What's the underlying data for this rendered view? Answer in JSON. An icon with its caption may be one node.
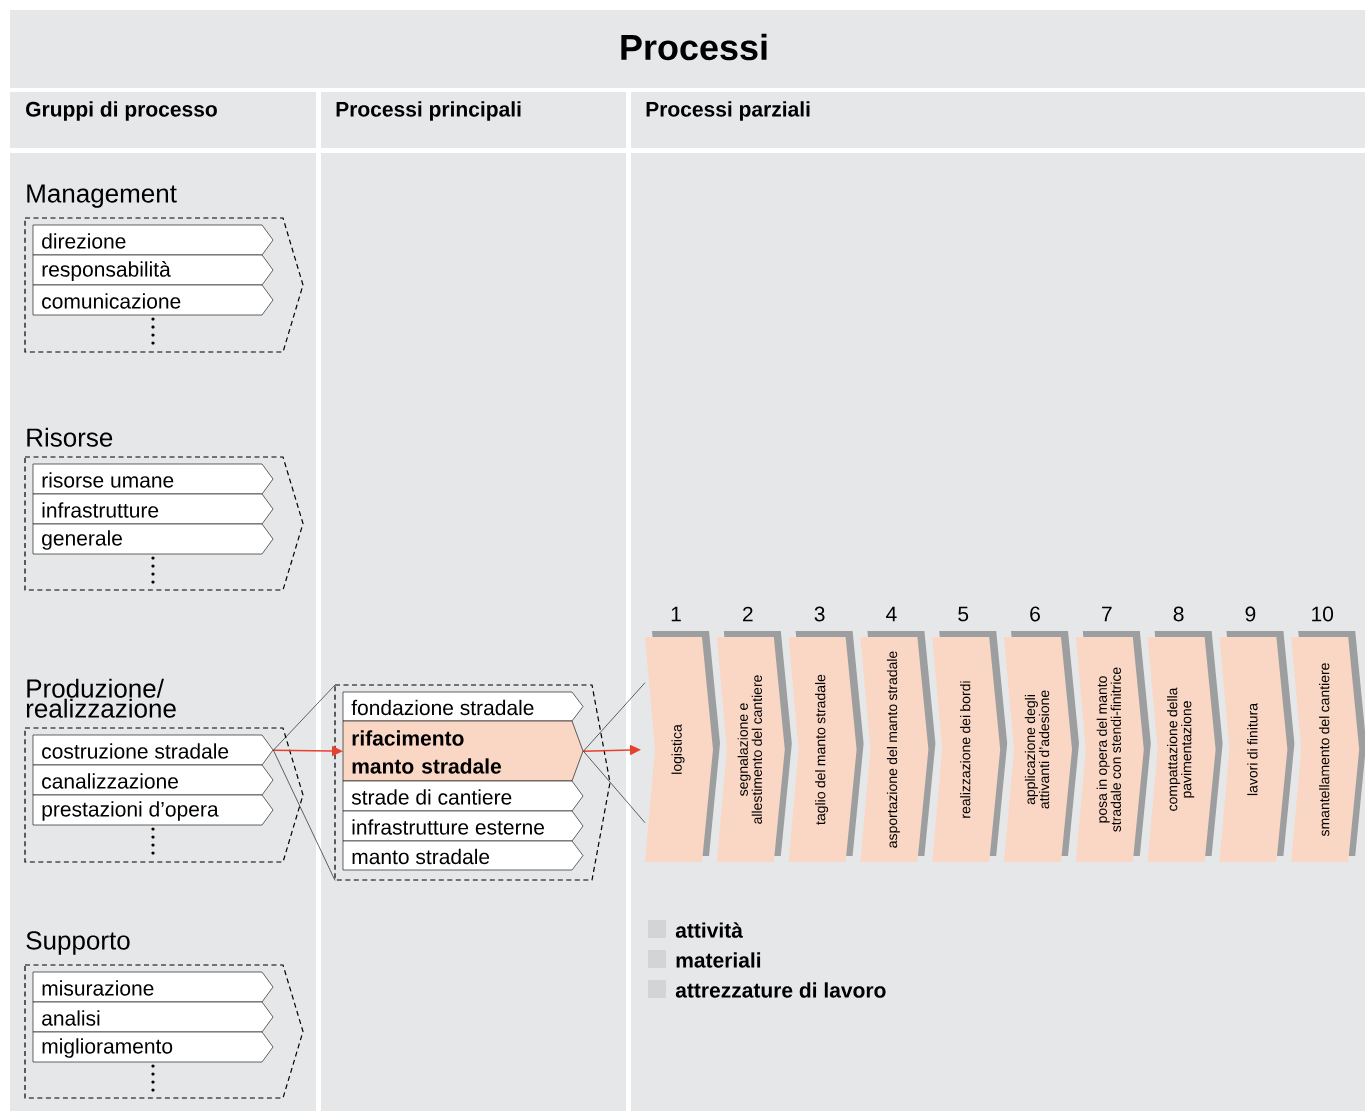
{
  "diagram": {
    "title": "Processi",
    "nodes": [
      {
        "text": [
          "Management"
        ]
      },
      {
        "text": [
          "direzione"
        ],
        "in": 0
      },
      {
        "text": [
          "responsabilità"
        ],
        "in": 0
      },
      {
        "text": [
          "comunicazione"
        ],
        "in": 0
      },
      {
        "text": [
          "Risorse"
        ]
      },
      {
        "text": [
          "risorse umane"
        ],
        "in": 4
      },
      {
        "text": [
          "infrastrutture"
        ],
        "in": 4
      },
      {
        "text": [
          "generale"
        ],
        "in": 4
      },
      {
        "text": [
          "Produzione/ realizzazione"
        ]
      },
      {
        "text": [
          "costruzione stradale"
        ],
        "in": 8
      },
      {
        "text": [
          "canalizzazione"
        ],
        "in": 8
      },
      {
        "text": [
          "prestazioni d’opera"
        ],
        "in": 8
      },
      {
        "text": [
          "Supporto"
        ]
      },
      {
        "text": [
          "misurazione"
        ],
        "in": 12
      },
      {
        "text": [
          "analisi"
        ],
        "in": 12
      },
      {
        "text": [
          "miglioramento"
        ],
        "in": 12
      },
      {
        "text": [],
        "shape": "box"
      },
      {
        "text": [
          "fondazione stradale"
        ],
        "in": 16
      },
      {
        "text": [
          "rifacimento manto stradale"
        ],
        "in": 16
      },
      {
        "text": [
          "strade di cantiere"
        ],
        "in": 16
      },
      {
        "text": [
          "infrastrutture esterne"
        ],
        "in": 16
      },
      {
        "text": [
          "manto stradale"
        ],
        "in": 16
      },
      {
        "text": [
          "logistica"
        ],
        "beside": [
          "1"
        ]
      },
      {
        "text": [
          "segnalazione e allestimento del cantiere"
        ],
        "beside": [
          "2"
        ]
      },
      {
        "text": [
          "taglio del manto stradale"
        ],
        "beside": [
          "3"
        ]
      },
      {
        "text": [
          "asportazione del manto stradale"
        ],
        "beside": [
          "4"
        ]
      },
      {
        "text": [
          "realizzazione dei bordi"
        ],
        "beside": [
          "5"
        ]
      },
      {
        "text": [
          "applicazione degli attivanti d’adesione"
        ],
        "beside": [
          "6"
        ]
      },
      {
        "text": [
          "posa in opera del manto stradale con stendi-finitrice"
        ],
        "beside": [
          "7"
        ]
      },
      {
        "text": [
          "compattazione della pavimentazione"
        ],
        "beside": [
          "8"
        ]
      },
      {
        "text": [
          "lavori di finitura"
        ],
        "beside": [
          "9"
        ]
      },
      {
        "text": [
          "smantellamento del cantiere"
        ],
        "beside": [
          "10"
        ]
      }
    ],
    "edges": [
      {
        "from": 9,
        "to": 18,
        "arrow": "to",
        "color": "#e8402e"
      },
      {
        "from": 9,
        "to": 16,
        "arrow": "none"
      },
      {
        "from": 9,
        "to": 16,
        "arrow": "none"
      },
      {
        "from": 18,
        "to": 22,
        "arrow": "to",
        "color": "#e8402e"
      },
      {
        "from": 18,
        "to": 22,
        "arrow": "none"
      },
      {
        "from": 18,
        "to": 22,
        "arrow": "none"
      }
    ],
    "labels": [
      "Gruppi di processo",
      "Processi principali",
      "Processi parziali"
    ],
    "legend": [
      {
        "text": "attività",
        "color": "#d4d4d6"
      },
      {
        "text": "materiali",
        "color": "#d4d4d6"
      },
      {
        "text": "attrezzature di lavoro",
        "color": "#d4d4d6"
      }
    ]
  }
}
